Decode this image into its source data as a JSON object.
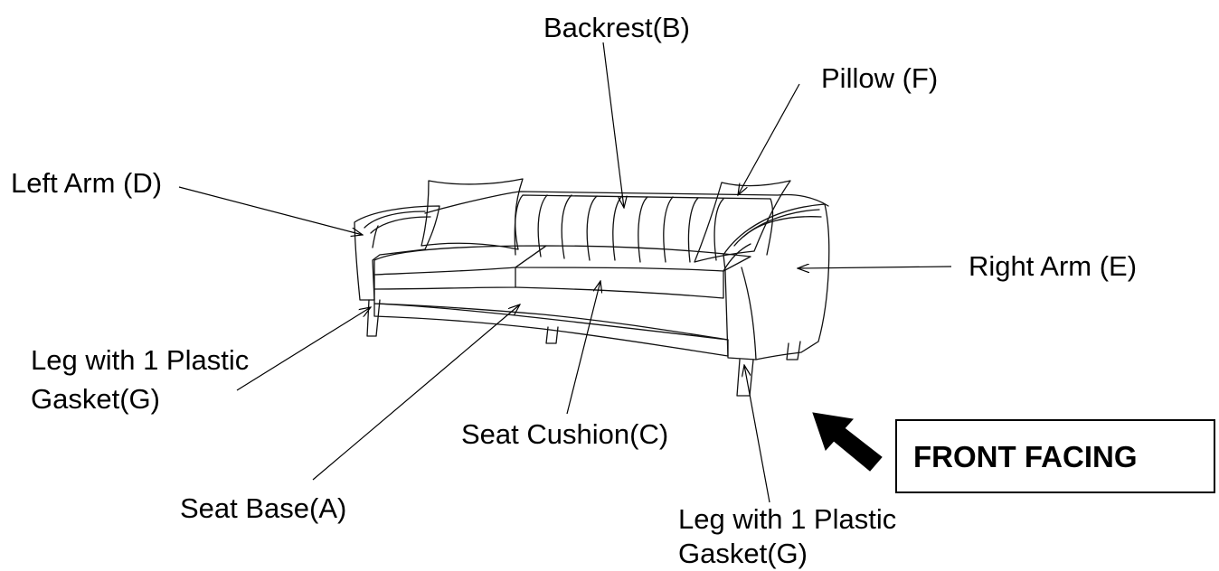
{
  "labels": {
    "backrest": "Backrest(B)",
    "pillow": "Pillow (F)",
    "left_arm": "Left Arm (D)",
    "right_arm": "Right Arm (E)",
    "leg_left_line1": "Leg with 1 Plastic",
    "leg_left_line2": "Gasket(G)",
    "seat_cushion": "Seat Cushion(C)",
    "seat_base": "Seat Base(A)",
    "leg_right_line1": "Leg with 1 Plastic",
    "leg_right_line2": "Gasket(G)"
  },
  "front_facing": "FRONT FACING"
}
